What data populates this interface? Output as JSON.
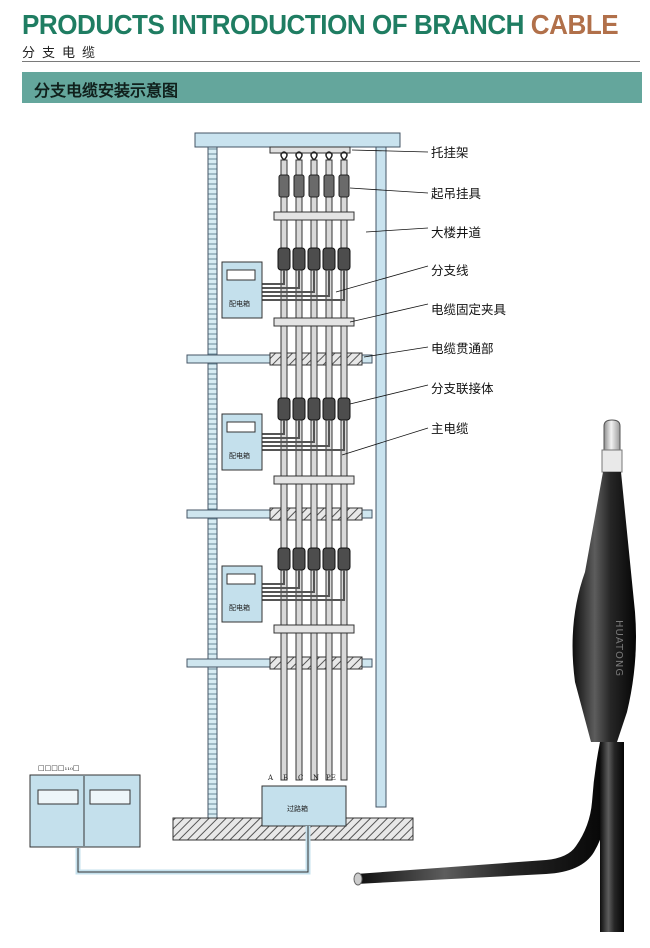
{
  "header": {
    "title_main": "PRODUCTS INTRODUCTION OF BRANCH ",
    "title_accent": "CABLE",
    "subtitle": "分支电缆"
  },
  "section": {
    "title": "分支电缆安装示意图"
  },
  "callouts": [
    "托挂架",
    "起吊挂具",
    "大楼井道",
    "分支线",
    "电缆固定夹具",
    "电缆贯通部",
    "分支联接体",
    "主电缆"
  ],
  "distribution_box_label": "配电箱",
  "junction_box_label": "过路箱",
  "phase_labels": [
    "A",
    "B",
    "C",
    "N",
    "PE"
  ],
  "main_panel_label": "□□□□₁₁₀□",
  "product_brand": "HUATONG",
  "colors": {
    "title_green": "#1f7d62",
    "title_accent": "#b1704a",
    "band": "#64a69c",
    "structure_blue": "#c9e3ef"
  }
}
